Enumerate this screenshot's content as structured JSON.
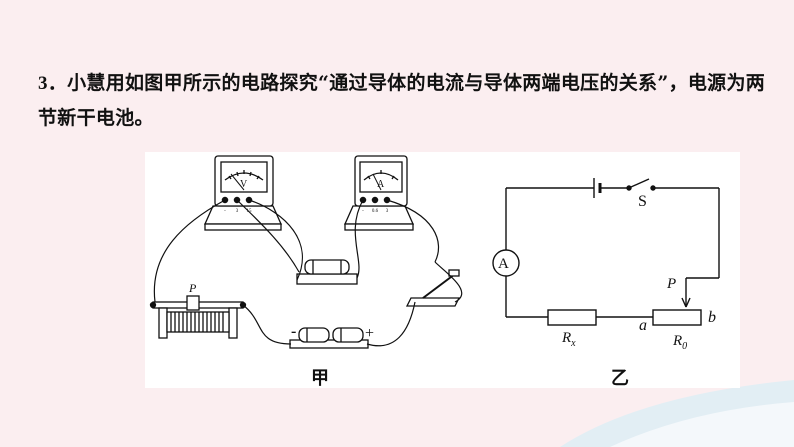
{
  "question": {
    "number": "3．",
    "text": "小慧用如图甲所示的电路探究“通过导体的电流与导体两端电压的关系”，电源为两节新干电池。"
  },
  "figures": {
    "jia": {
      "caption": "甲",
      "slider_label": "P",
      "battery_minus": "-",
      "battery_plus": "+",
      "voltmeter_symbol": "V",
      "ammeter_symbol": "A",
      "voltmeter_terminals": [
        "-",
        "3",
        "15"
      ],
      "ammeter_terminals": [
        "-",
        "0.6",
        "3"
      ]
    },
    "yi": {
      "caption": "乙",
      "switch_label": "S",
      "ammeter_label": "A",
      "slider_label": "P",
      "rx_label": "R",
      "rx_sub": "x",
      "r0_label": "R",
      "r0_sub": "0",
      "end_a": "a",
      "end_b": "b"
    }
  },
  "colors": {
    "background": "#fbeef0",
    "wave": "#e2eef4",
    "line": "#111111"
  }
}
